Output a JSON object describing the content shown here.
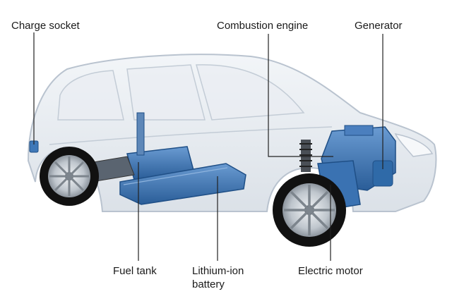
{
  "labels": {
    "charge_socket": "Charge socket",
    "combustion_engine": "Combustion engine",
    "generator": "Generator",
    "fuel_tank": "Fuel tank",
    "battery_line1": "Lithium-ion",
    "battery_line2": "battery",
    "electric_motor": "Electric motor"
  },
  "colors": {
    "background": "#ffffff",
    "body_glass": "#dde3ea",
    "body_edge": "#b9c3cf",
    "component_blue": "#3f78b8",
    "component_blue_dark": "#1f4f86",
    "tire": "#111111",
    "rim": "#c9ced4",
    "leader_line": "#222222",
    "text": "#1a1a1a"
  }
}
